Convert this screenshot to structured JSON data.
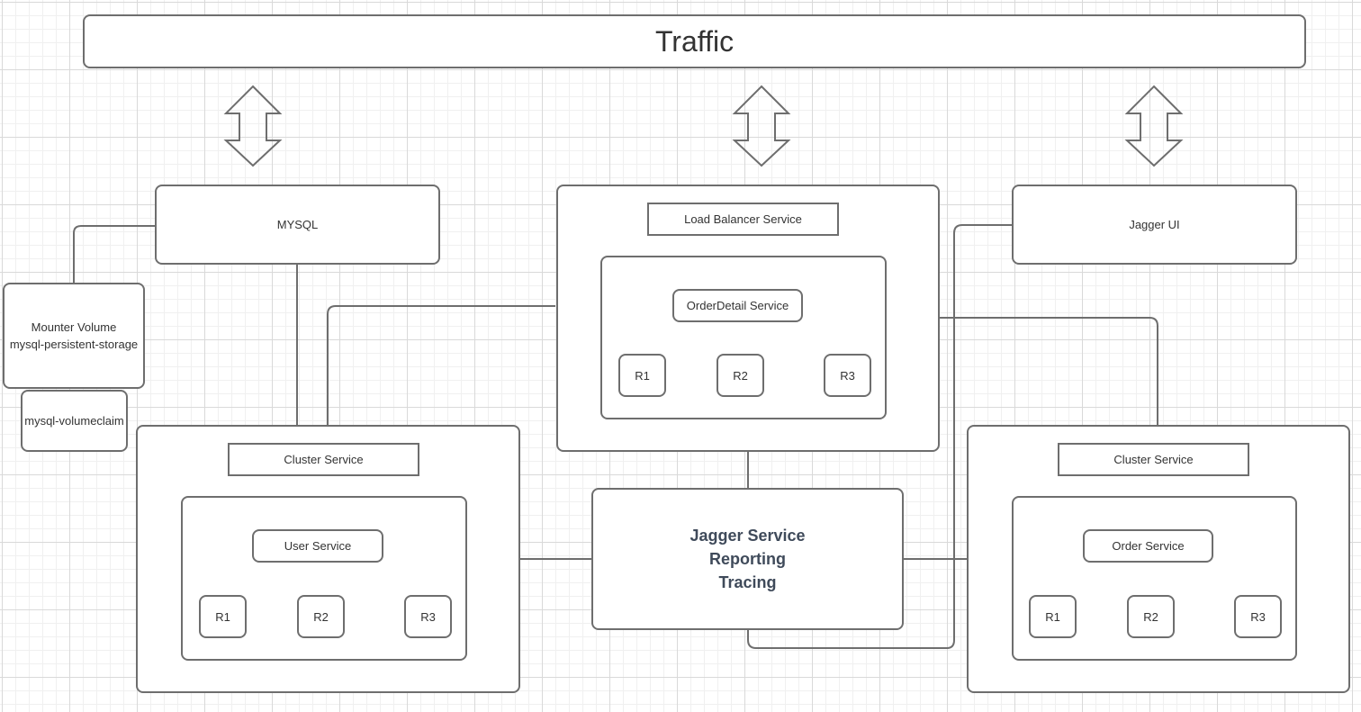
{
  "traffic": {
    "label": "Traffic"
  },
  "mysql": {
    "label": "MYSQL"
  },
  "mounter_volume": {
    "label": "Mounter Volume\nmysql-persistent-storage"
  },
  "volume_claim": {
    "label": "mysql-volumeclaim"
  },
  "jagger_ui": {
    "label": "Jagger UI"
  },
  "load_balancer": {
    "label": "Load Balancer Service",
    "service": "OrderDetail Service",
    "replicas": [
      "R1",
      "R2",
      "R3"
    ]
  },
  "user_cluster": {
    "label": "Cluster Service",
    "service": "User Service",
    "replicas": [
      "R1",
      "R2",
      "R3"
    ]
  },
  "order_cluster": {
    "label": "Cluster Service",
    "service": "Order Service",
    "replicas": [
      "R1",
      "R2",
      "R3"
    ]
  },
  "jagger_service": {
    "label": "Jagger Service\nReporting\nTracing"
  },
  "colors": {
    "stroke": "#6e6e6e",
    "text": "#333333",
    "jagger_text": "#3f4a5a",
    "grid": "#d9d9d9"
  }
}
